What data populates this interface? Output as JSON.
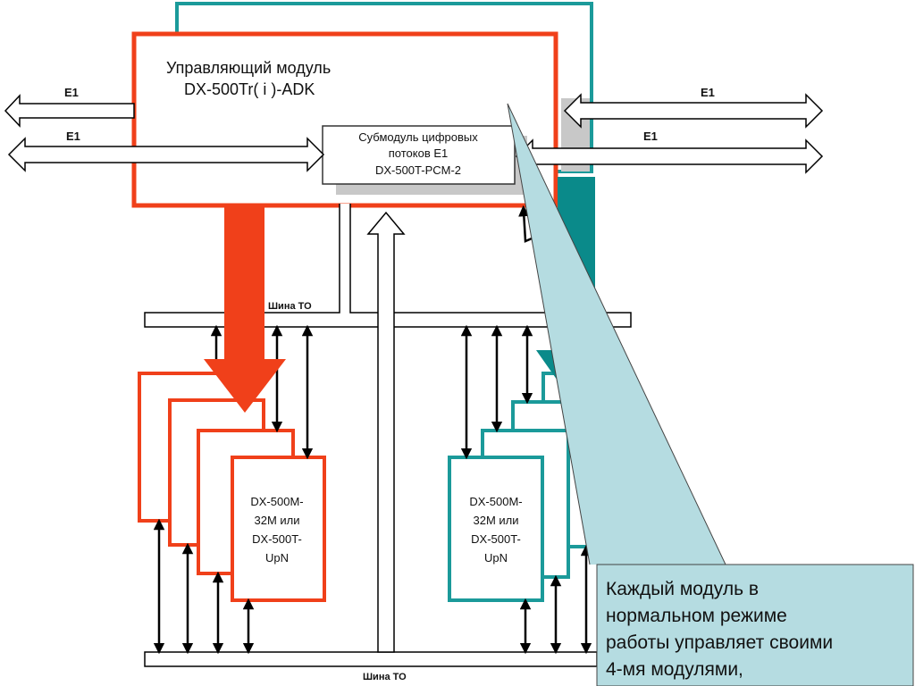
{
  "control_module": {
    "title_line1": "Управляющий модуль",
    "title_line2": "DX-500Tr( i )-ADK"
  },
  "submodule": {
    "line1": "Субмодуль цифровых",
    "line2": "потоков Е1",
    "line3": "DX-500T-PCM-2"
  },
  "e1_labels": {
    "left_top": "E1",
    "left_bottom": "E1",
    "right_top": "E1",
    "right_bottom": "E1"
  },
  "bus_labels": {
    "top": "Шина ТО",
    "bottom": "Шина ТО"
  },
  "left_module": {
    "line1": "DX-500M-",
    "line2": "32M или",
    "line3": "DX-500T-",
    "line4": "UpN"
  },
  "right_module": {
    "line1": "DX-500M-",
    "line2": "32M или",
    "line3": "DX-500T-",
    "line4": "UpN"
  },
  "callout": {
    "line1": "Каждый модуль в",
    "line2": "нормальном режиме",
    "line3": "работы управляет своими",
    "line4": "4-мя модулями,"
  },
  "colors": {
    "red": "#f0401a",
    "teal": "#1b9a9a",
    "callout_fill": "#b5dce1",
    "teal_arrow": "#0a8a8a"
  }
}
